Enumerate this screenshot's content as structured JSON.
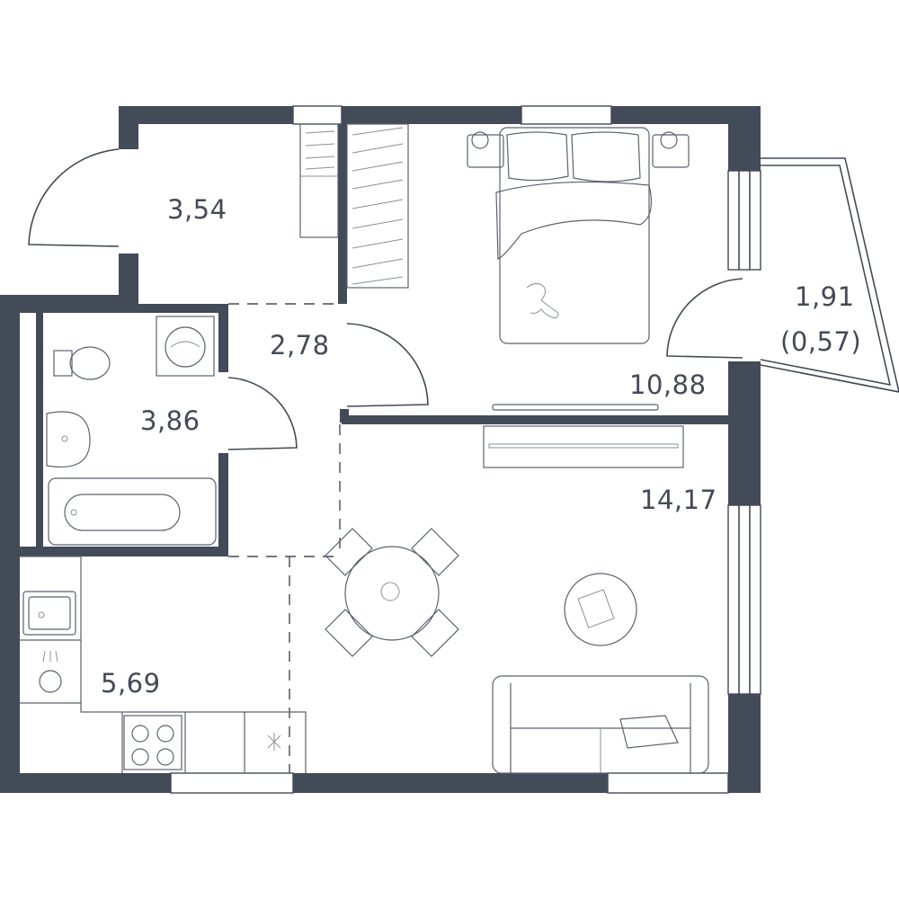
{
  "rooms": {
    "hall": {
      "area": "3,54"
    },
    "corridor": {
      "area": "2,78"
    },
    "bathroom": {
      "area": "3,86"
    },
    "bedroom": {
      "area": "10,88"
    },
    "balcony": {
      "area": "1,91",
      "area_reduced": "(0,57)"
    },
    "living": {
      "area": "14,17"
    },
    "kitchen": {
      "area": "5,69"
    }
  },
  "colors": {
    "wall": "#434a58",
    "background": "#ffffff"
  }
}
